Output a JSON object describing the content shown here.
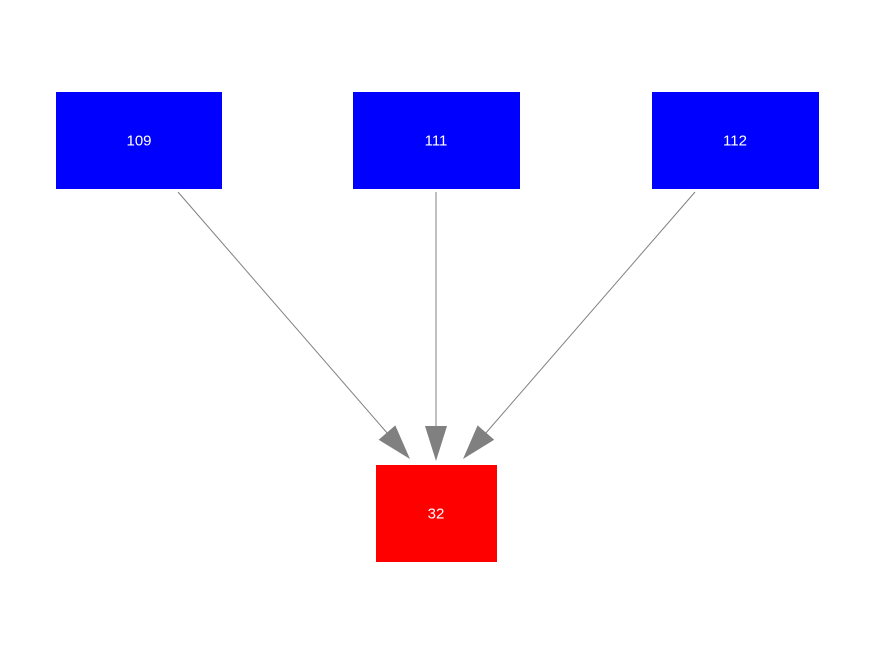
{
  "diagram": {
    "type": "directed-graph",
    "background": "#ffffff",
    "edge_color": "#808080",
    "nodes": [
      {
        "id": "109",
        "label": "109",
        "fill": "#0000ff",
        "text_color": "#ffffff"
      },
      {
        "id": "111",
        "label": "111",
        "fill": "#0000ff",
        "text_color": "#ffffff"
      },
      {
        "id": "112",
        "label": "112",
        "fill": "#0000ff",
        "text_color": "#ffffff"
      },
      {
        "id": "32",
        "label": "32",
        "fill": "#ff0000",
        "text_color": "#ffffff"
      }
    ],
    "edges": [
      {
        "from": "109",
        "to": "32",
        "color": "#808080"
      },
      {
        "from": "111",
        "to": "32",
        "color": "#808080"
      },
      {
        "from": "112",
        "to": "32",
        "color": "#808080"
      }
    ]
  }
}
